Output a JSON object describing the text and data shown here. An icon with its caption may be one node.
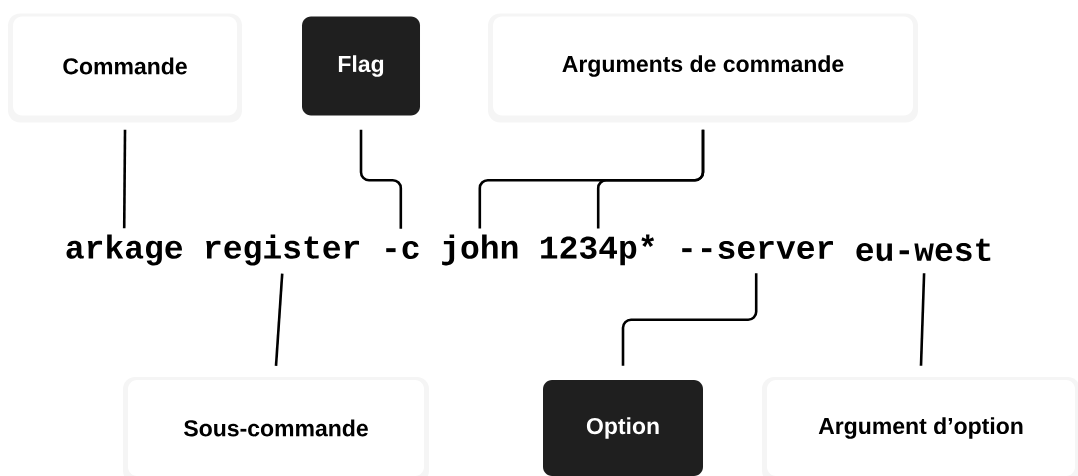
{
  "diagram": {
    "nodes": [
      {
        "text": [
          "Commande"
        ]
      },
      {
        "text": [
          "Flag"
        ]
      },
      {
        "text": [
          "Arguments de commande"
        ]
      },
      {
        "text": [
          "arkage"
        ]
      },
      {
        "text": [
          "register"
        ]
      },
      {
        "text": [
          "-c"
        ]
      },
      {
        "text": [
          "john"
        ]
      },
      {
        "text": [
          "1234p*"
        ]
      },
      {
        "text": [
          "--server"
        ]
      },
      {
        "text": [
          "eu-west"
        ]
      },
      {
        "text": [
          "Sous-commande"
        ]
      },
      {
        "text": [
          "Option"
        ]
      },
      {
        "text": [
          "Argument d’option"
        ]
      }
    ],
    "edges": [
      {
        "from": 0,
        "to": 3,
        "arrow": "none"
      },
      {
        "from": 1,
        "to": 5,
        "arrow": "none"
      },
      {
        "from": 2,
        "to": 6,
        "arrow": "none"
      },
      {
        "from": 2,
        "to": 7,
        "arrow": "none"
      },
      {
        "from": 10,
        "to": 4,
        "arrow": "none"
      },
      {
        "from": 11,
        "to": 8,
        "arrow": "none"
      },
      {
        "from": 12,
        "to": 9,
        "arrow": "none"
      }
    ]
  }
}
